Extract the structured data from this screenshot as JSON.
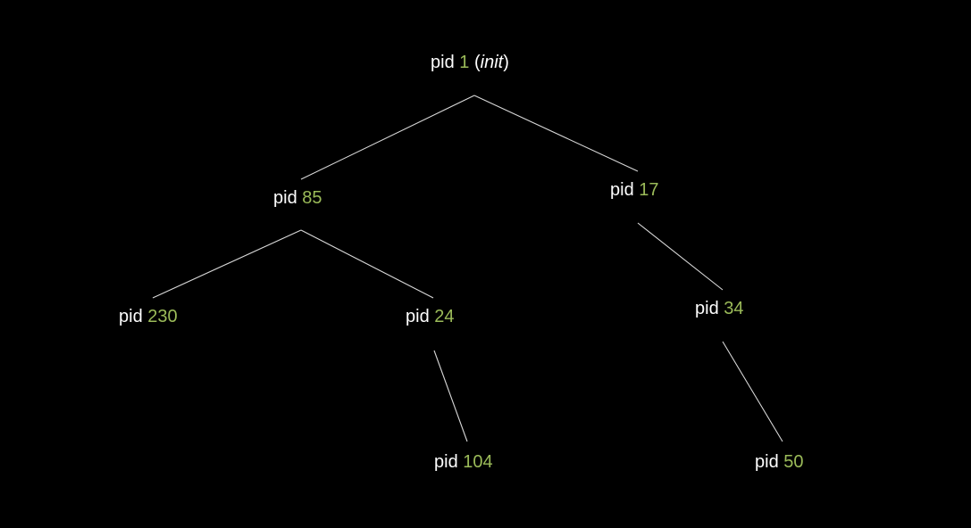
{
  "colors": {
    "background": "#000000",
    "text": "#ffffff",
    "pid_number": "#9bbb59",
    "edge": "#d8d8d8"
  },
  "nodes": {
    "n1": {
      "prefix": "pid",
      "pid": "1",
      "open": "(",
      "note": "init",
      "close": ")"
    },
    "n85": {
      "prefix": "pid",
      "pid": "85"
    },
    "n17": {
      "prefix": "pid",
      "pid": "17"
    },
    "n230": {
      "prefix": "pid",
      "pid": "230"
    },
    "n24": {
      "prefix": "pid",
      "pid": "24"
    },
    "n34": {
      "prefix": "pid",
      "pid": "34"
    },
    "n104": {
      "prefix": "pid",
      "pid": "104"
    },
    "n50": {
      "prefix": "pid",
      "pid": "50"
    }
  },
  "edges": [
    {
      "from": "1",
      "to": "85"
    },
    {
      "from": "1",
      "to": "17"
    },
    {
      "from": "85",
      "to": "230"
    },
    {
      "from": "85",
      "to": "24"
    },
    {
      "from": "17",
      "to": "34"
    },
    {
      "from": "24",
      "to": "104"
    },
    {
      "from": "34",
      "to": "50"
    }
  ]
}
